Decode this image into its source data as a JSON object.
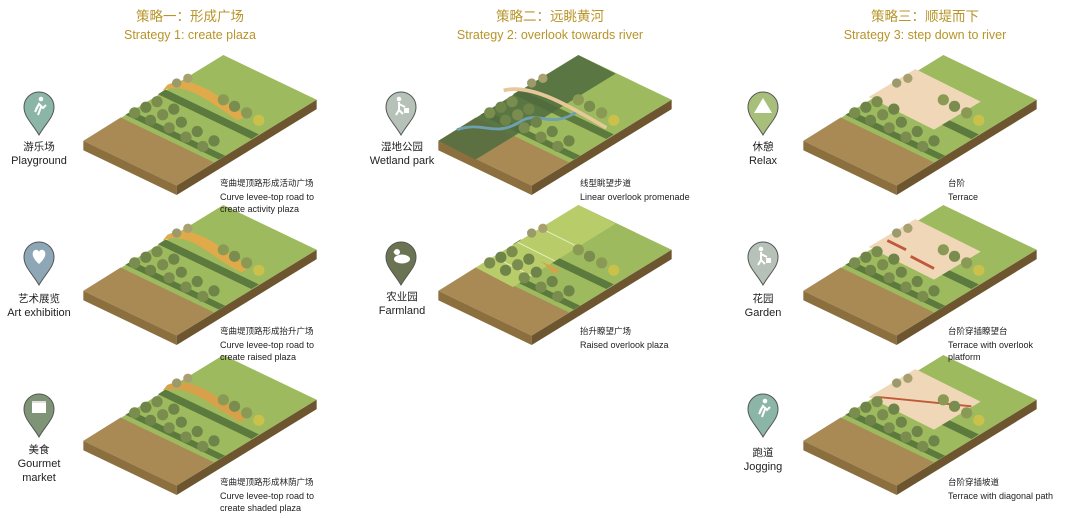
{
  "columns": [
    {
      "title_zh": "策略一：形成广场",
      "title_en": "Strategy 1: create plaza"
    },
    {
      "title_zh": "策略二：远眺黄河",
      "title_en": "Strategy 2: overlook towards river"
    },
    {
      "title_zh": "策略三：顺堤而下",
      "title_en": "Strategy 3: step down to river"
    }
  ],
  "pins": [
    {
      "zh": "游乐场",
      "en": "Playground",
      "icon": "running-person-icon",
      "color": "#8bb5a6"
    },
    {
      "zh": "艺术展览",
      "en": "Art exhibition",
      "icon": "heart-icon",
      "color": "#8ea7b6"
    },
    {
      "zh": "美食",
      "en": "Gourmet market",
      "en2": "market",
      "icon": "food-cart-icon",
      "color": "#7f9477"
    },
    {
      "zh": "湿地公园",
      "en": "Wetland park",
      "icon": "gardener-icon",
      "color": "#b6c2b8"
    },
    {
      "zh": "农业园",
      "en": "Farmland",
      "icon": "duck-icon",
      "color": "#6b7452"
    },
    {
      "zh": "休憩",
      "en": "Relax",
      "icon": "tent-icon",
      "color": "#a7bf7a"
    },
    {
      "zh": "花园",
      "en": "Garden",
      "icon": "gardener-icon",
      "color": "#b6c2b8"
    },
    {
      "zh": "跑道",
      "en": "Jogging",
      "icon": "running-person-icon",
      "color": "#8bb5a6"
    }
  ],
  "captions": [
    {
      "zh": "弯曲堤顶路形成活动广场",
      "l1": "Curve levee-top road to",
      "l2": "create activity plaza"
    },
    {
      "zh": "弯曲堤顶路形成抬升广场",
      "l1": "Curve levee-top road to",
      "l2": "create raised plaza"
    },
    {
      "zh": "弯曲堤顶路形成林荫广场",
      "l1": "Curve levee-top road to",
      "l2": "create shaded plaza"
    },
    {
      "zh": "线型眺望步道",
      "l1": "Linear overlook promenade",
      "l2": ""
    },
    {
      "zh": "抬升瞭望广场",
      "l1": "Raised overlook plaza",
      "l2": ""
    },
    {
      "zh": "台阶",
      "l1": "Terrace",
      "l2": ""
    },
    {
      "zh": "台阶穿插瞭望台",
      "l1": "Terrace with overlook",
      "l2": "platform"
    },
    {
      "zh": "台阶穿插坡道",
      "l1": "Terrace with diagonal path",
      "l2": ""
    }
  ],
  "colors": {
    "title": "#b8942a",
    "grass": "#9dbb5e",
    "soil": "#a98a55",
    "tree": "#7a8c4e",
    "plaza": "#e0a94a",
    "path": "#f0d7b8"
  }
}
